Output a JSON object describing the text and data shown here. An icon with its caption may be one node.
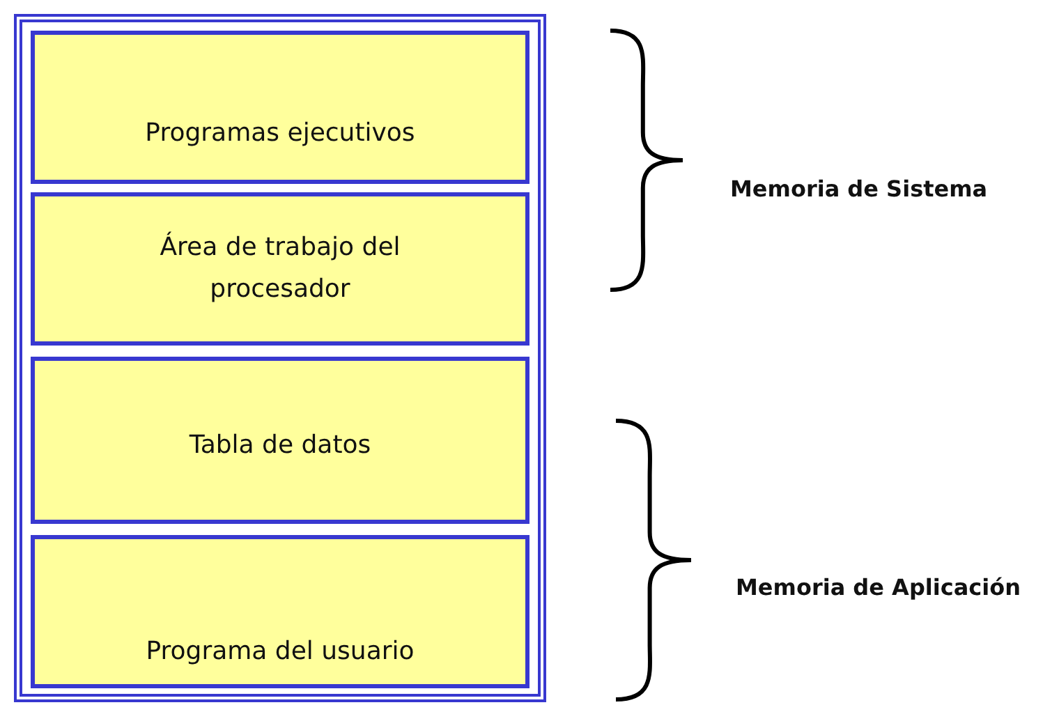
{
  "diagram": {
    "nodes": [
      {
        "text": [],
        "shape": "box"
      },
      {
        "text": [
          "Programas ejecutivos"
        ],
        "in": 0
      },
      {
        "text": [
          "Área de trabajo del procesador"
        ],
        "in": 0
      },
      {
        "text": [
          "Tabla de datos"
        ],
        "in": 0
      },
      {
        "text": [
          "Programa del usuario"
        ],
        "in": 0
      }
    ],
    "edges": [],
    "labels": [
      "Memoria de Sistema",
      "Memoria de Aplicación"
    ]
  }
}
